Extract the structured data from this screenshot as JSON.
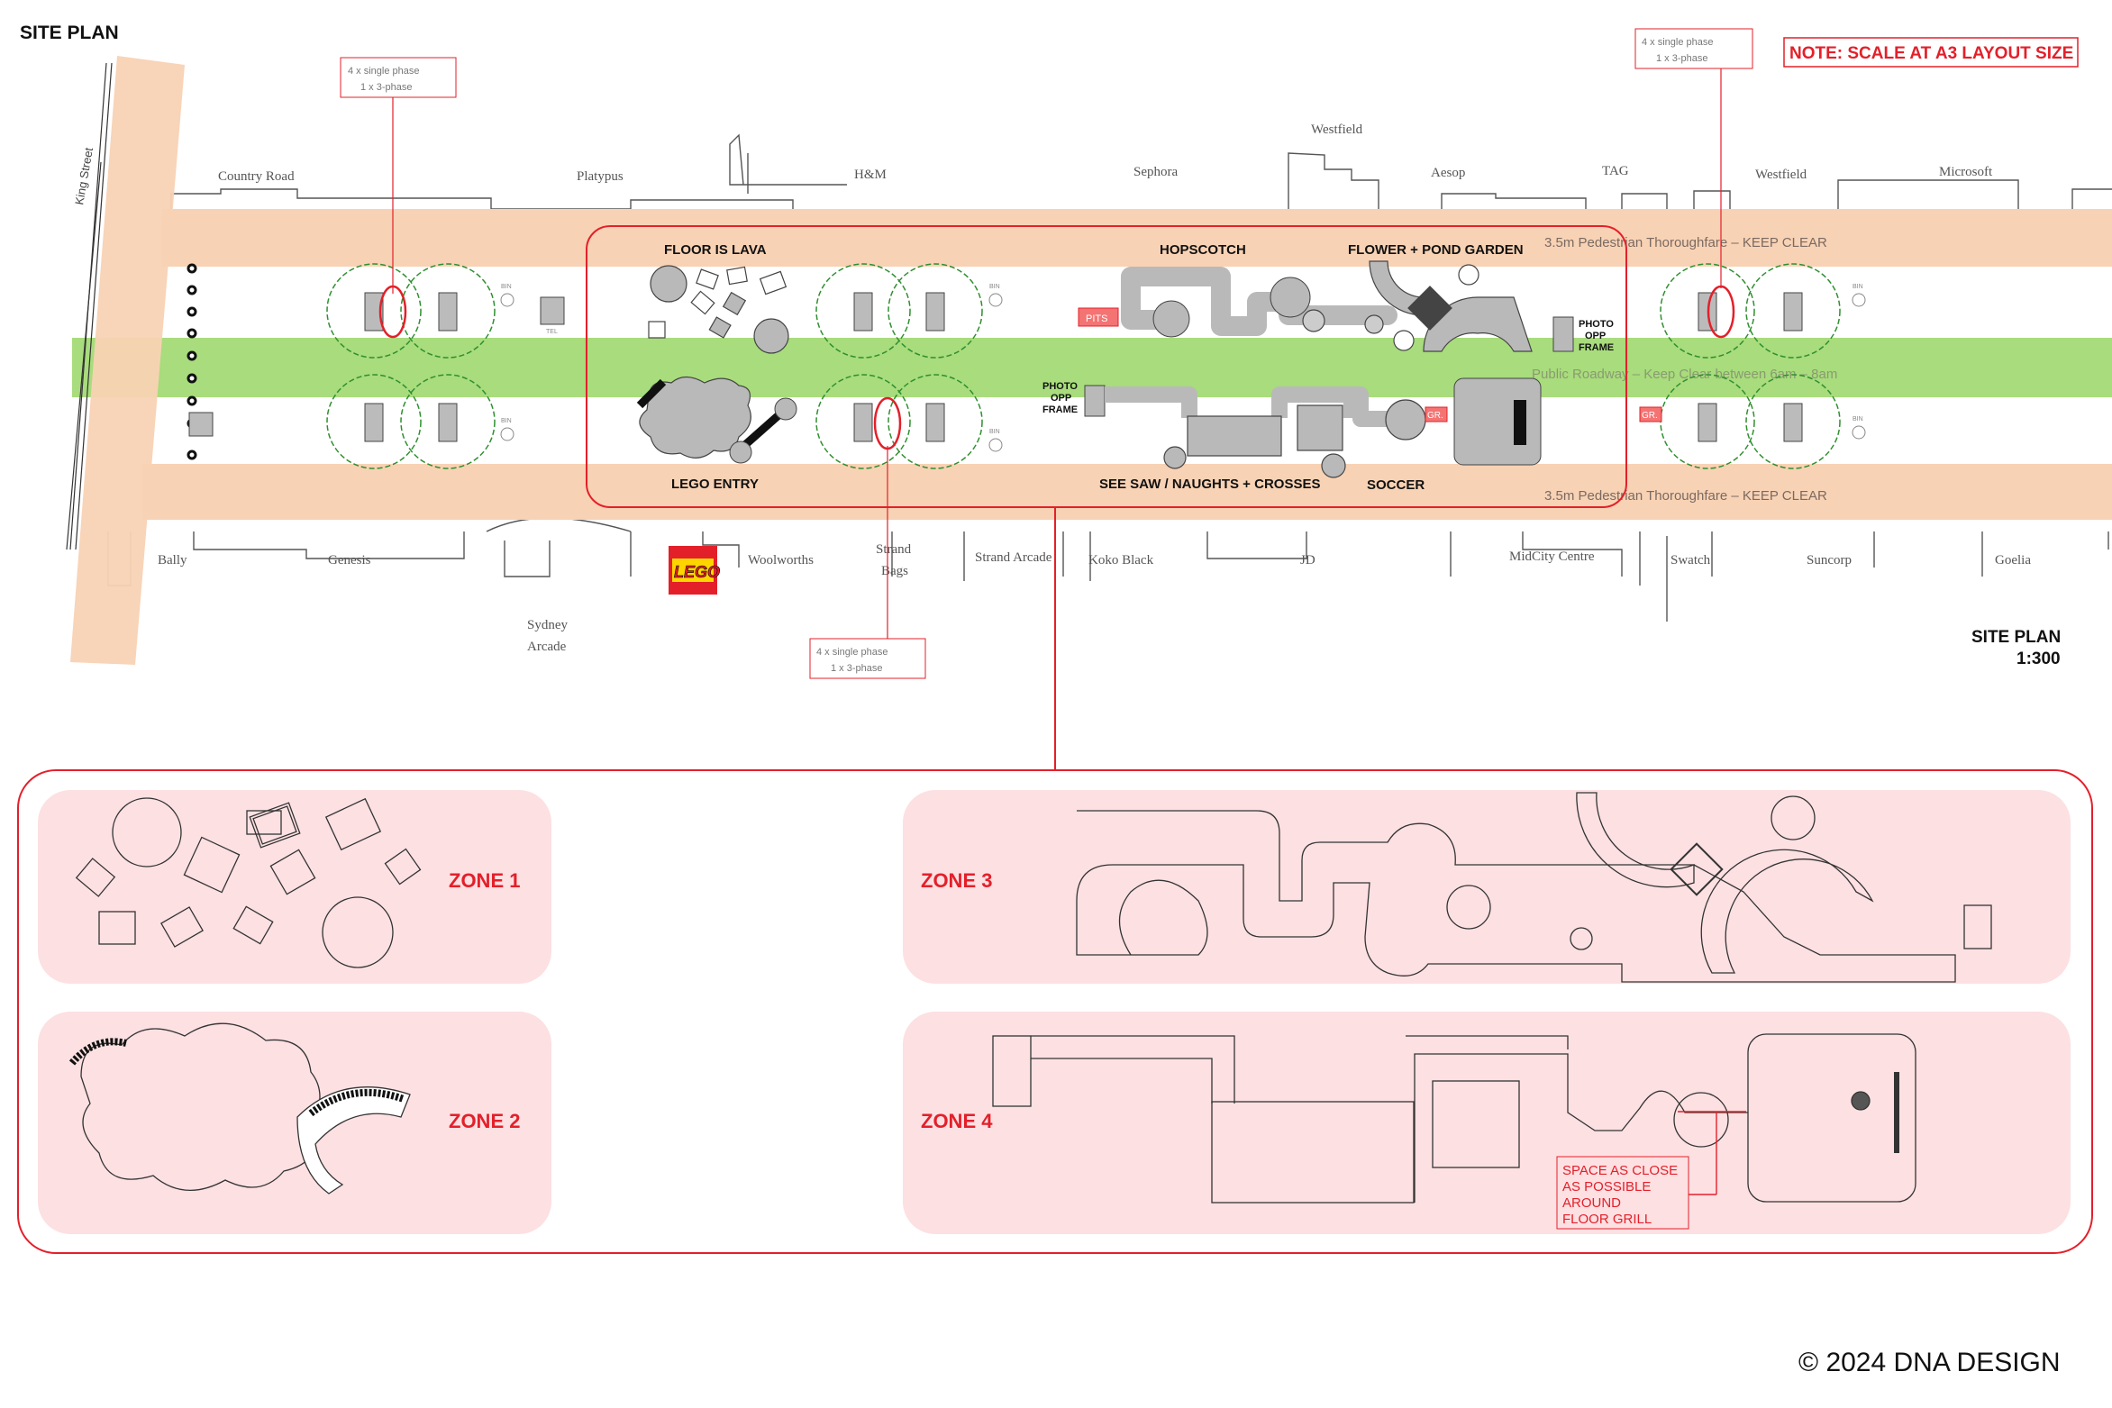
{
  "header": {
    "title": "SITE PLAN",
    "note": "NOTE: SCALE AT A3 LAYOUT SIZE",
    "plan_label": "SITE PLAN",
    "plan_scale": "1:300",
    "copyright": "© 2024 DNA DESIGN"
  },
  "power_callout": {
    "line1": "4 x single phase",
    "line2": "1 x 3-phase"
  },
  "streets": {
    "king_street": "King Street",
    "thoroughfare_top": "3.5m Pedestrian Thoroughfare – KEEP CLEAR",
    "roadway": "Public Roadway – Keep Clear between 6am – 8am",
    "thoroughfare_bottom": "3.5m Pedestrian Thoroughfare – KEEP CLEAR"
  },
  "stores_top": [
    "Country Road",
    "Platypus",
    "H&M",
    "Sephora",
    "Westfield",
    "Aesop",
    "TAG",
    "Westfield",
    "Microsoft"
  ],
  "stores_bottom": [
    "Bally",
    "Genesis",
    "Woolworths",
    "Strand",
    "Bags",
    "Strand Arcade",
    "Koko Black",
    "JD",
    "MidCity Centre",
    "Swatch",
    "Suncorp",
    "Goelia",
    "Sydney",
    "Arcade"
  ],
  "logo_text": "LEGO",
  "tags": {
    "pits": "PITS",
    "gr": "GR.",
    "bin": "BIN",
    "tel": "TEL"
  },
  "activities": {
    "floor_is_lava": "FLOOR IS LAVA",
    "hopscotch": "HOPSCOTCH",
    "flower_pond": "FLOWER + POND GARDEN",
    "photo_frame": [
      "PHOTO",
      "OPP",
      "FRAME"
    ],
    "lego_entry": "LEGO ENTRY",
    "seesaw": "SEE SAW / NAUGHTS + CROSSES",
    "soccer": "SOCCER"
  },
  "zones": {
    "zone1": "ZONE 1",
    "zone2": "ZONE 2",
    "zone3": "ZONE 3",
    "zone4": "ZONE 4",
    "zone4_note": [
      "SPACE AS CLOSE",
      "AS POSSIBLE",
      "AROUND",
      "FLOOR GRILL"
    ]
  },
  "colors": {
    "thoroughfare": "#f8d2b4",
    "roadway": "#a8dc7c",
    "accent_red": "#e3202a",
    "zone_fill": "#fde0e2",
    "tree_green": "#2f8f2f",
    "equipment_grey": "#b9b9b9"
  }
}
